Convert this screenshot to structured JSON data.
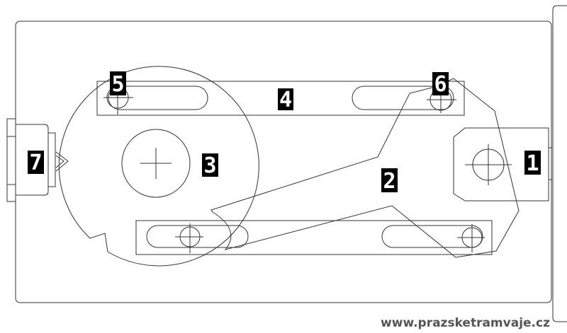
{
  "diagram": {
    "part_labels": {
      "p1": "1",
      "p2": "2",
      "p3": "3",
      "p4": "4",
      "p5": "5",
      "p6": "6",
      "p7": "7"
    }
  },
  "footer": {
    "website": "www.prazsketramvaje.cz"
  }
}
